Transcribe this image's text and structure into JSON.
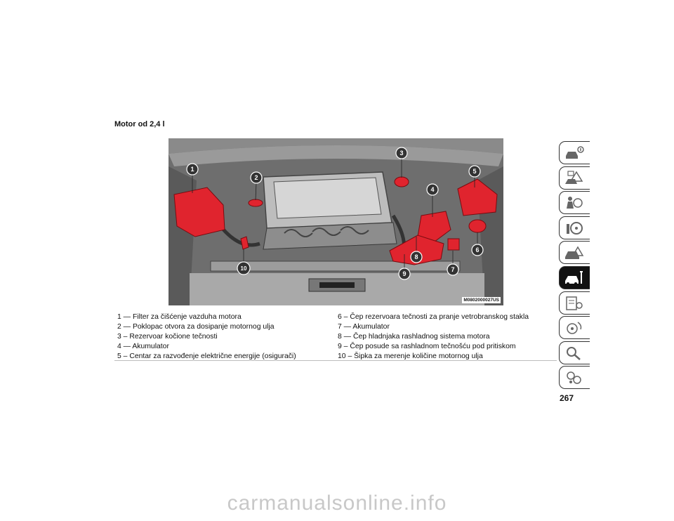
{
  "page": {
    "section_title": "Motor od 2,4 l",
    "page_number": "267",
    "watermark": "carmanualsonline.info"
  },
  "figure": {
    "code": "M0802000027US",
    "callouts": [
      "1",
      "2",
      "3",
      "4",
      "5",
      "6",
      "7",
      "8",
      "9",
      "10"
    ],
    "highlight_color": "#e0242e"
  },
  "legend": {
    "left": [
      "1 — Filter za čišćenje vazduha motora",
      "2 — Poklopac otvora za dosipanje motornog ulja",
      "3 – Rezervoar kočione tečnosti",
      "4 — Akumulator",
      "5 – Centar za razvođenje električne energije (osigurači)"
    ],
    "right": [
      "6 – Čep rezervoara tečnosti za pranje vetrobranskog stakla",
      "7 — Akumulator",
      "8 — Čep hladnjaka rashladnog sistema motora",
      "9 – Čep posude sa rashladnom tečnošću pod pritiskom",
      "10 – Šipka za merenje količine motornog ulja"
    ]
  },
  "tabs": [
    {
      "icon": "car-info-icon",
      "active": false
    },
    {
      "icon": "warning-lights-icon",
      "active": false
    },
    {
      "icon": "safety-airbag-icon",
      "active": false
    },
    {
      "icon": "steering-wheel-icon",
      "active": false
    },
    {
      "icon": "emergency-icon",
      "active": false
    },
    {
      "icon": "car-service-icon",
      "active": true
    },
    {
      "icon": "maintenance-schedule-icon",
      "active": false
    },
    {
      "icon": "multimedia-icon",
      "active": false
    },
    {
      "icon": "index-search-icon",
      "active": false
    },
    {
      "icon": "language-icon",
      "active": false
    }
  ]
}
